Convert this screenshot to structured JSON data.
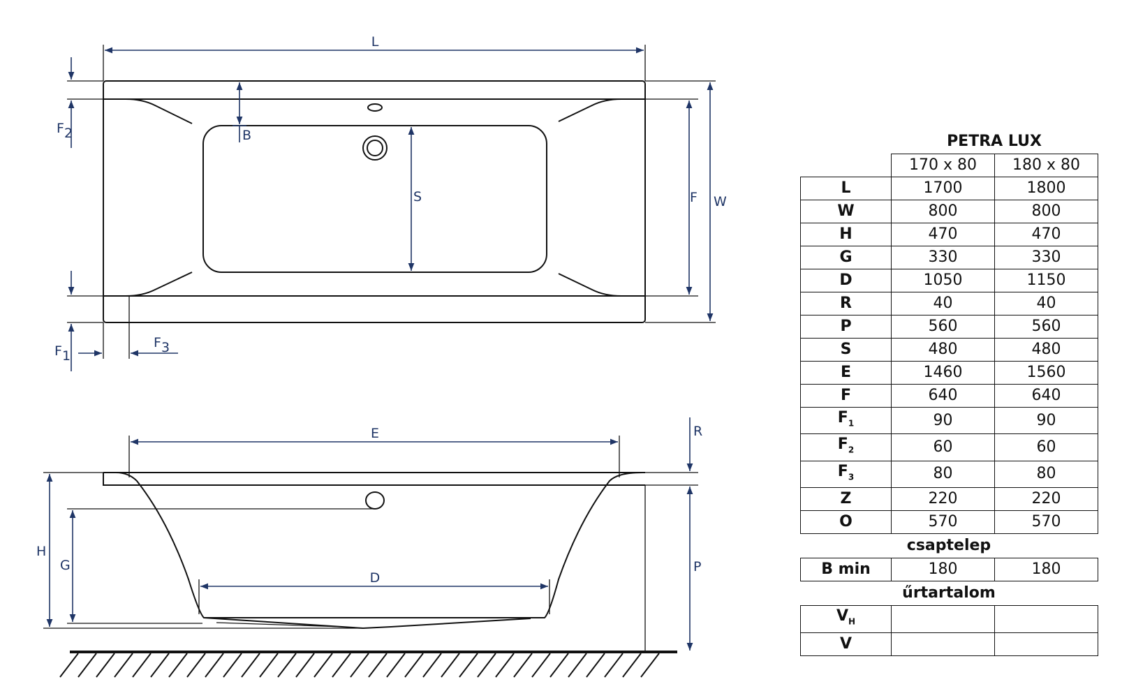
{
  "labels": {
    "L": "L",
    "W": "W",
    "F": "F",
    "S": "S",
    "B": "B",
    "F1": "F",
    "F1_sub": "1",
    "F2": "F",
    "F2_sub": "2",
    "F3": "F",
    "F3_sub": "3",
    "E": "E",
    "R": "R",
    "H": "H",
    "G": "G",
    "D": "D",
    "P": "P"
  },
  "spec": {
    "title": "PETRA LUX",
    "columns": [
      "170 x 80",
      "180 x 80"
    ],
    "rows": [
      {
        "key": "L",
        "sub": "",
        "v1": "1700",
        "v2": "1800"
      },
      {
        "key": "W",
        "sub": "",
        "v1": "800",
        "v2": "800"
      },
      {
        "key": "H",
        "sub": "",
        "v1": "470",
        "v2": "470"
      },
      {
        "key": "G",
        "sub": "",
        "v1": "330",
        "v2": "330"
      },
      {
        "key": "D",
        "sub": "",
        "v1": "1050",
        "v2": "1150"
      },
      {
        "key": "R",
        "sub": "",
        "v1": "40",
        "v2": "40"
      },
      {
        "key": "P",
        "sub": "",
        "v1": "560",
        "v2": "560"
      },
      {
        "key": "S",
        "sub": "",
        "v1": "480",
        "v2": "480"
      },
      {
        "key": "E",
        "sub": "",
        "v1": "1460",
        "v2": "1560"
      },
      {
        "key": "F",
        "sub": "",
        "v1": "640",
        "v2": "640"
      },
      {
        "key": "F",
        "sub": "1",
        "v1": "90",
        "v2": "90"
      },
      {
        "key": "F",
        "sub": "2",
        "v1": "60",
        "v2": "60"
      },
      {
        "key": "F",
        "sub": "3",
        "v1": "80",
        "v2": "80"
      },
      {
        "key": "Z",
        "sub": "",
        "v1": "220",
        "v2": "220"
      },
      {
        "key": "O",
        "sub": "",
        "v1": "570",
        "v2": "570"
      }
    ],
    "section_tap": "csaptelep",
    "tap_row": {
      "key": "B min",
      "v1": "180",
      "v2": "180"
    },
    "section_volume": "űrtartalom",
    "volume_rows": [
      {
        "key": "V",
        "sub": "H",
        "v1": "",
        "v2": ""
      },
      {
        "key": "V",
        "sub": "",
        "v1": "",
        "v2": ""
      }
    ]
  }
}
